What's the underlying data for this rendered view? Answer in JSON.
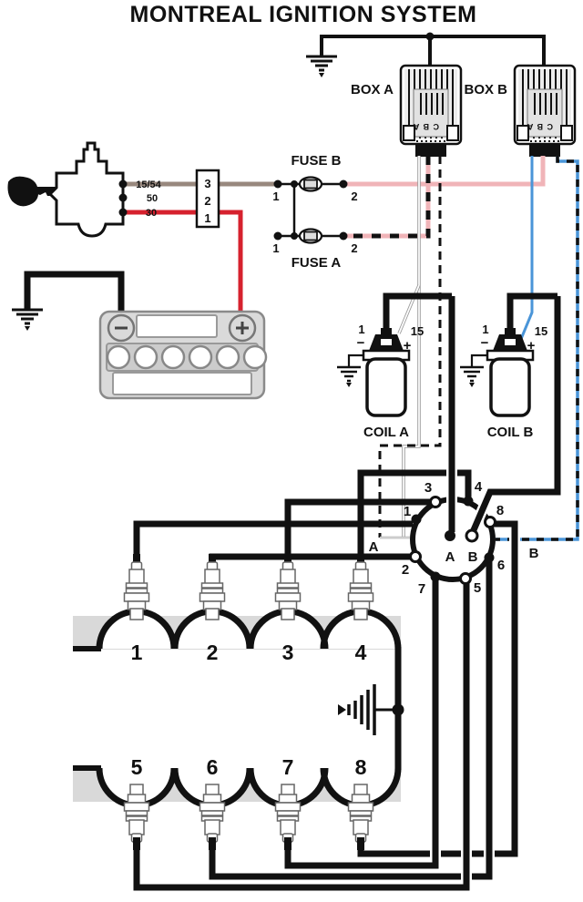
{
  "title": "MONTREAL IGNITION SYSTEM",
  "colors": {
    "pink": "#f0b4b8",
    "red": "#d6212e",
    "blue": "#4a95d8",
    "brown": "#98887e",
    "black": "#111111",
    "band_gray": "#d9d9d9",
    "battery_gray": "#dadada"
  },
  "switch": {
    "terminals": [
      "15/54",
      "50",
      "30"
    ],
    "connector_pins": [
      "3",
      "2",
      "1"
    ]
  },
  "fuses": {
    "fuse_b": "FUSE B",
    "fuse_a": "FUSE A",
    "in_pin": "1",
    "out_pin": "2"
  },
  "boxes": {
    "box_a": "BOX A",
    "box_b": "BOX B",
    "pins": "C B A"
  },
  "coils": {
    "coil_a": "COIL A",
    "coil_b": "COIL B",
    "neg_pin": "1",
    "pos_pin": "15",
    "plus": "+",
    "minus": "−"
  },
  "distributor": {
    "terminals": [
      "1",
      "2",
      "3",
      "4",
      "5",
      "6",
      "7",
      "8"
    ],
    "center_a": "A",
    "center_b": "B",
    "side_a": "A",
    "side_b": "B"
  },
  "engine": {
    "top_cylinders": [
      "1",
      "2",
      "3",
      "4"
    ],
    "bottom_cylinders": [
      "5",
      "6",
      "7",
      "8"
    ]
  }
}
